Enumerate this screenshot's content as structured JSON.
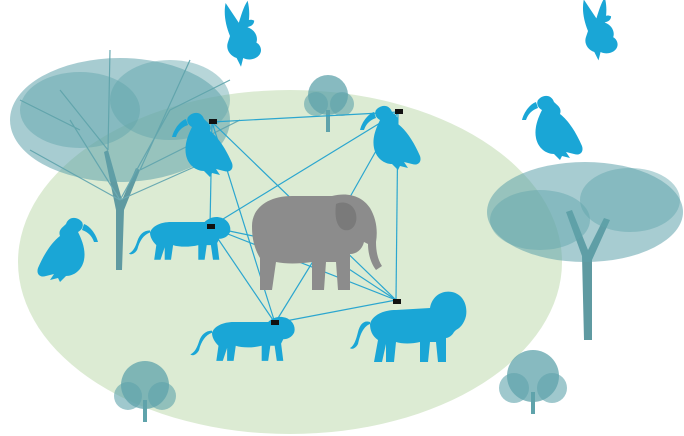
{
  "colors": {
    "background": "#ffffff",
    "habitat": "#dcebd3",
    "tree": "#5fa3ab",
    "trunk": "#5f9aa1",
    "animal": "#1aa6d6",
    "elephant": "#8c8c8c",
    "collar": "#111111",
    "link": "#2ba6cf"
  },
  "icons": {
    "elephant": "elephant-icon",
    "lion": "lion-icon",
    "lioness": "lioness-icon",
    "vulture": "vulture-icon",
    "acacia": "acacia-tree-icon",
    "bush": "bush-icon"
  },
  "network": {
    "nodes": [
      "vulture-left",
      "vulture-right",
      "lioness-top",
      "lioness-bottom",
      "lion-male",
      "elephant"
    ],
    "links": [
      [
        "vulture-left",
        "vulture-right"
      ],
      [
        "vulture-left",
        "lioness-top"
      ],
      [
        "vulture-left",
        "lion-male"
      ],
      [
        "vulture-left",
        "lioness-bottom"
      ],
      [
        "vulture-right",
        "lioness-top"
      ],
      [
        "vulture-right",
        "lion-male"
      ],
      [
        "vulture-right",
        "elephant"
      ],
      [
        "lioness-top",
        "lioness-bottom"
      ],
      [
        "lioness-top",
        "elephant"
      ],
      [
        "lioness-top",
        "lion-male"
      ],
      [
        "lioness-bottom",
        "lion-male"
      ],
      [
        "lioness-bottom",
        "elephant"
      ],
      [
        "elephant",
        "lion-male"
      ]
    ]
  }
}
